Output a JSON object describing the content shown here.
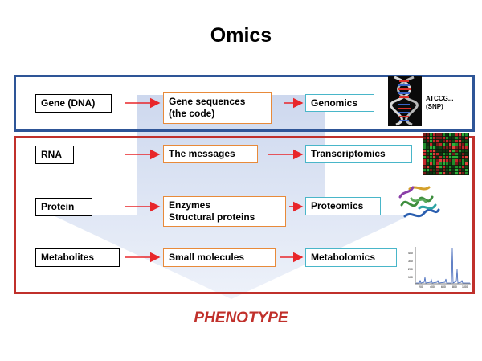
{
  "title": "Omics",
  "phenotype": "PHENOTYPE",
  "rows": [
    {
      "source": "Gene (DNA)",
      "product": "Gene sequences\n(the code)",
      "omics": "Genomics"
    },
    {
      "source": "RNA",
      "product": "The messages",
      "omics": "Transcriptomics"
    },
    {
      "source": "Protein",
      "product": "Enzymes\nStructural proteins",
      "omics": "Proteomics"
    },
    {
      "source": "Metabolites",
      "product": "Small molecules",
      "omics": "Metabolomics"
    }
  ],
  "dna_note": "ATCCG...\n(SNP)",
  "spectrum_axis": {
    "y_ticks": [
      "400",
      "300",
      "200",
      "100"
    ],
    "x_ticks": [
      "200",
      "400",
      "600",
      "800",
      "1000"
    ]
  },
  "colors": {
    "dna_frame": "#2E5597",
    "other_frame": "#C0302B",
    "arrow": "#E8262A",
    "product_border": "#E88A3A",
    "omics_border": "#49B6C9",
    "phenotype": "#C0302B"
  }
}
